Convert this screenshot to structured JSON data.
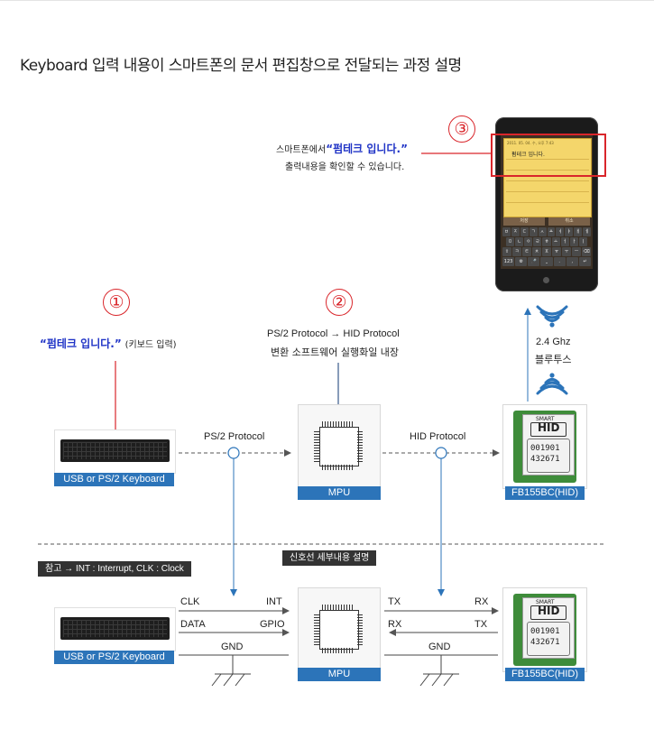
{
  "title": "Keyboard 입력 내용이 스마트폰의 문서 편집창으로 전달되는 과정 설명",
  "steps": {
    "n1": "①",
    "n2": "②",
    "n3": "③"
  },
  "step1": {
    "quote": "“펌테크 입니다.”",
    "note": "(키보드 입력)"
  },
  "step2": {
    "line1": "PS/2 Protocol → HID Protocol",
    "line2": "변환 소프트웨어 실행화일 내장"
  },
  "step3": {
    "prefix": "스마트폰에서",
    "quote": "“펌테크 입니다.”",
    "line2": "출력내용을 확인할 수 있습니다."
  },
  "wireless": {
    "freq": "2.4 Ghz",
    "name": "블루투스"
  },
  "flow": {
    "ps2": "PS/2 Protocol",
    "hid": "HID Protocol"
  },
  "devices": {
    "keyboard": "USB or PS/2 Keyboard",
    "mpu": "MPU",
    "module": "FB155BC(HID)"
  },
  "module_chip": {
    "brand": "SMART",
    "type": "HID",
    "code1": "001901",
    "code2": "432671"
  },
  "phone": {
    "date": "2011. 05. 04. 수, 오후 7:43",
    "text": "펌테크 입니다.",
    "btn1": "저장",
    "btn2": "취소",
    "keys_row1": [
      "ㅂ",
      "ㅈ",
      "ㄷ",
      "ㄱ",
      "ㅅ",
      "ㅛ",
      "ㅕ",
      "ㅑ",
      "ㅐ",
      "ㅔ"
    ],
    "keys_row2": [
      "ㅁ",
      "ㄴ",
      "ㅇ",
      "ㄹ",
      "ㅎ",
      "ㅗ",
      "ㅓ",
      "ㅏ",
      "ㅣ"
    ],
    "keys_row3": [
      "⇧",
      "ㅋ",
      "ㅌ",
      "ㅊ",
      "ㅍ",
      "ㅠ",
      "ㅜ",
      "ㅡ",
      "⌫"
    ],
    "keys_row4": [
      "123",
      "⚙",
      "🎤",
      "⎵",
      ".",
      ",",
      "↵"
    ]
  },
  "section_note": "신호선 세부내용 설명",
  "legend": "참고 → INT : Interrupt,   CLK : Clock",
  "signals": {
    "clk": "CLK",
    "data": "DATA",
    "gnd1": "GND",
    "int": "INT",
    "gpio": "GPIO",
    "tx1": "TX",
    "rx1": "RX",
    "gnd2": "GND",
    "rx2": "RX",
    "tx2": "TX"
  },
  "colors": {
    "accent_red": "#d9262b",
    "label_blue": "#2c74b9",
    "quote_blue": "#1f33c6",
    "line_blue": "#2c74b9"
  }
}
